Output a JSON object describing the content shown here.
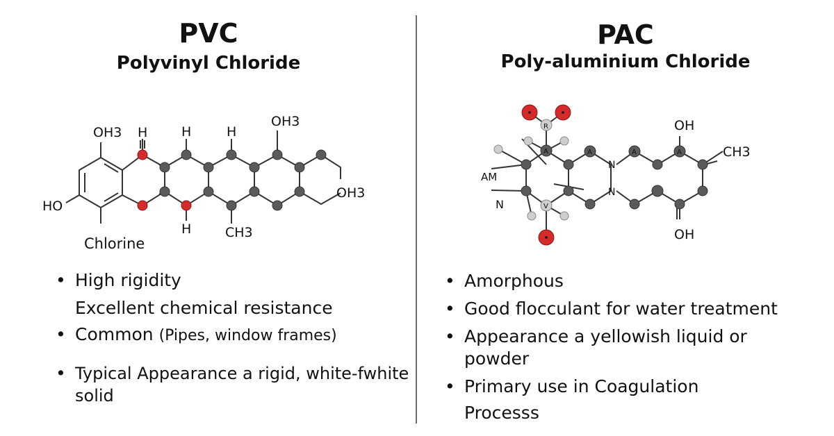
{
  "pvc": {
    "title": "PVC",
    "subtitle": "Polyvinyl Chloride",
    "labels": {
      "oh3_top_left": "OH3",
      "h_1": "H",
      "h_2": "H",
      "h_3": "H",
      "oh3_top_right": "OH3",
      "ho": "HO",
      "oh3_right": "OH3",
      "h_bottom": "H",
      "ch3_bottom": "CH3",
      "chlorine": "Chlorine"
    },
    "bullets": {
      "b1_line1": "High rigidity",
      "b1_line2": "Excellent chemical resistance",
      "b2_main": "Common",
      "b2_paren": "(Pipes, window frames)",
      "b3_line1": "Typical Appearance a rigid, white-fwhite",
      "b3_line2": "solid"
    }
  },
  "pac": {
    "title": "PAC",
    "subtitle": "Poly-aluminium Chloride",
    "labels": {
      "am": "AM",
      "n_left": "N",
      "n_mid_1": "N",
      "n_mid_2": "N",
      "oh_top": "OH",
      "ch3_right": "CH3",
      "oh_bottom": "OH",
      "atom_r": "R",
      "atom_a1": "A",
      "atom_a2": "A",
      "atom_a3": "A",
      "atom_a4": "A",
      "atom_v": "V"
    },
    "bullets": {
      "b1": "Amorphous",
      "b2": "Good flocculant for water treatment",
      "b3_line1": "Appearance a yellowish liquid or",
      "b3_line2": "powder",
      "b4_line1": "Primary use in Coagulation",
      "b4_line2": "Processs"
    }
  },
  "bullet_char": "•",
  "colors": {
    "carbon": "#5a5a5a",
    "oxygen": "#d42a2a",
    "hydrogen": "#cfcfcf",
    "divider": "#6a6a6a"
  }
}
